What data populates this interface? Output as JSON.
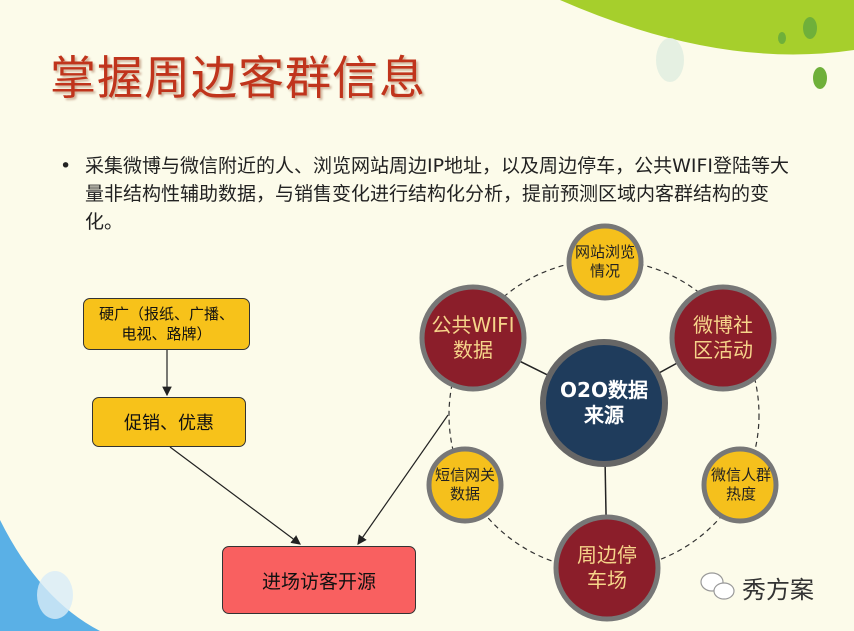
{
  "title": "掌握周边客群信息",
  "bullet": "采集微博与微信附近的人、浏览网站周边IP地址，以及周边停车，公共WIFI登陆等大量非结构性辅助数据，与销售变化进行结构化分析，提前预测区域内客群结构的变化。",
  "flow": {
    "box1": "硬广（报纸、广播、电视、路牌）",
    "box2": "促销、优惠",
    "box3": "进场访客开源"
  },
  "hub": {
    "center": "O2O数据来源",
    "nodes": {
      "web": "网站浏览情况",
      "wifi": "公共WIFI数据",
      "weibo": "微博社区活动",
      "sms": "短信网关数据",
      "wechat": "微信人群热度",
      "parking": "周边停车场"
    }
  },
  "watermark": "秀方案",
  "colors": {
    "maroon": "#8b1e2a",
    "gold": "#f5c01c",
    "navy": "#1f3c5c",
    "red_box": "#f96060",
    "title": "#c0341c"
  }
}
